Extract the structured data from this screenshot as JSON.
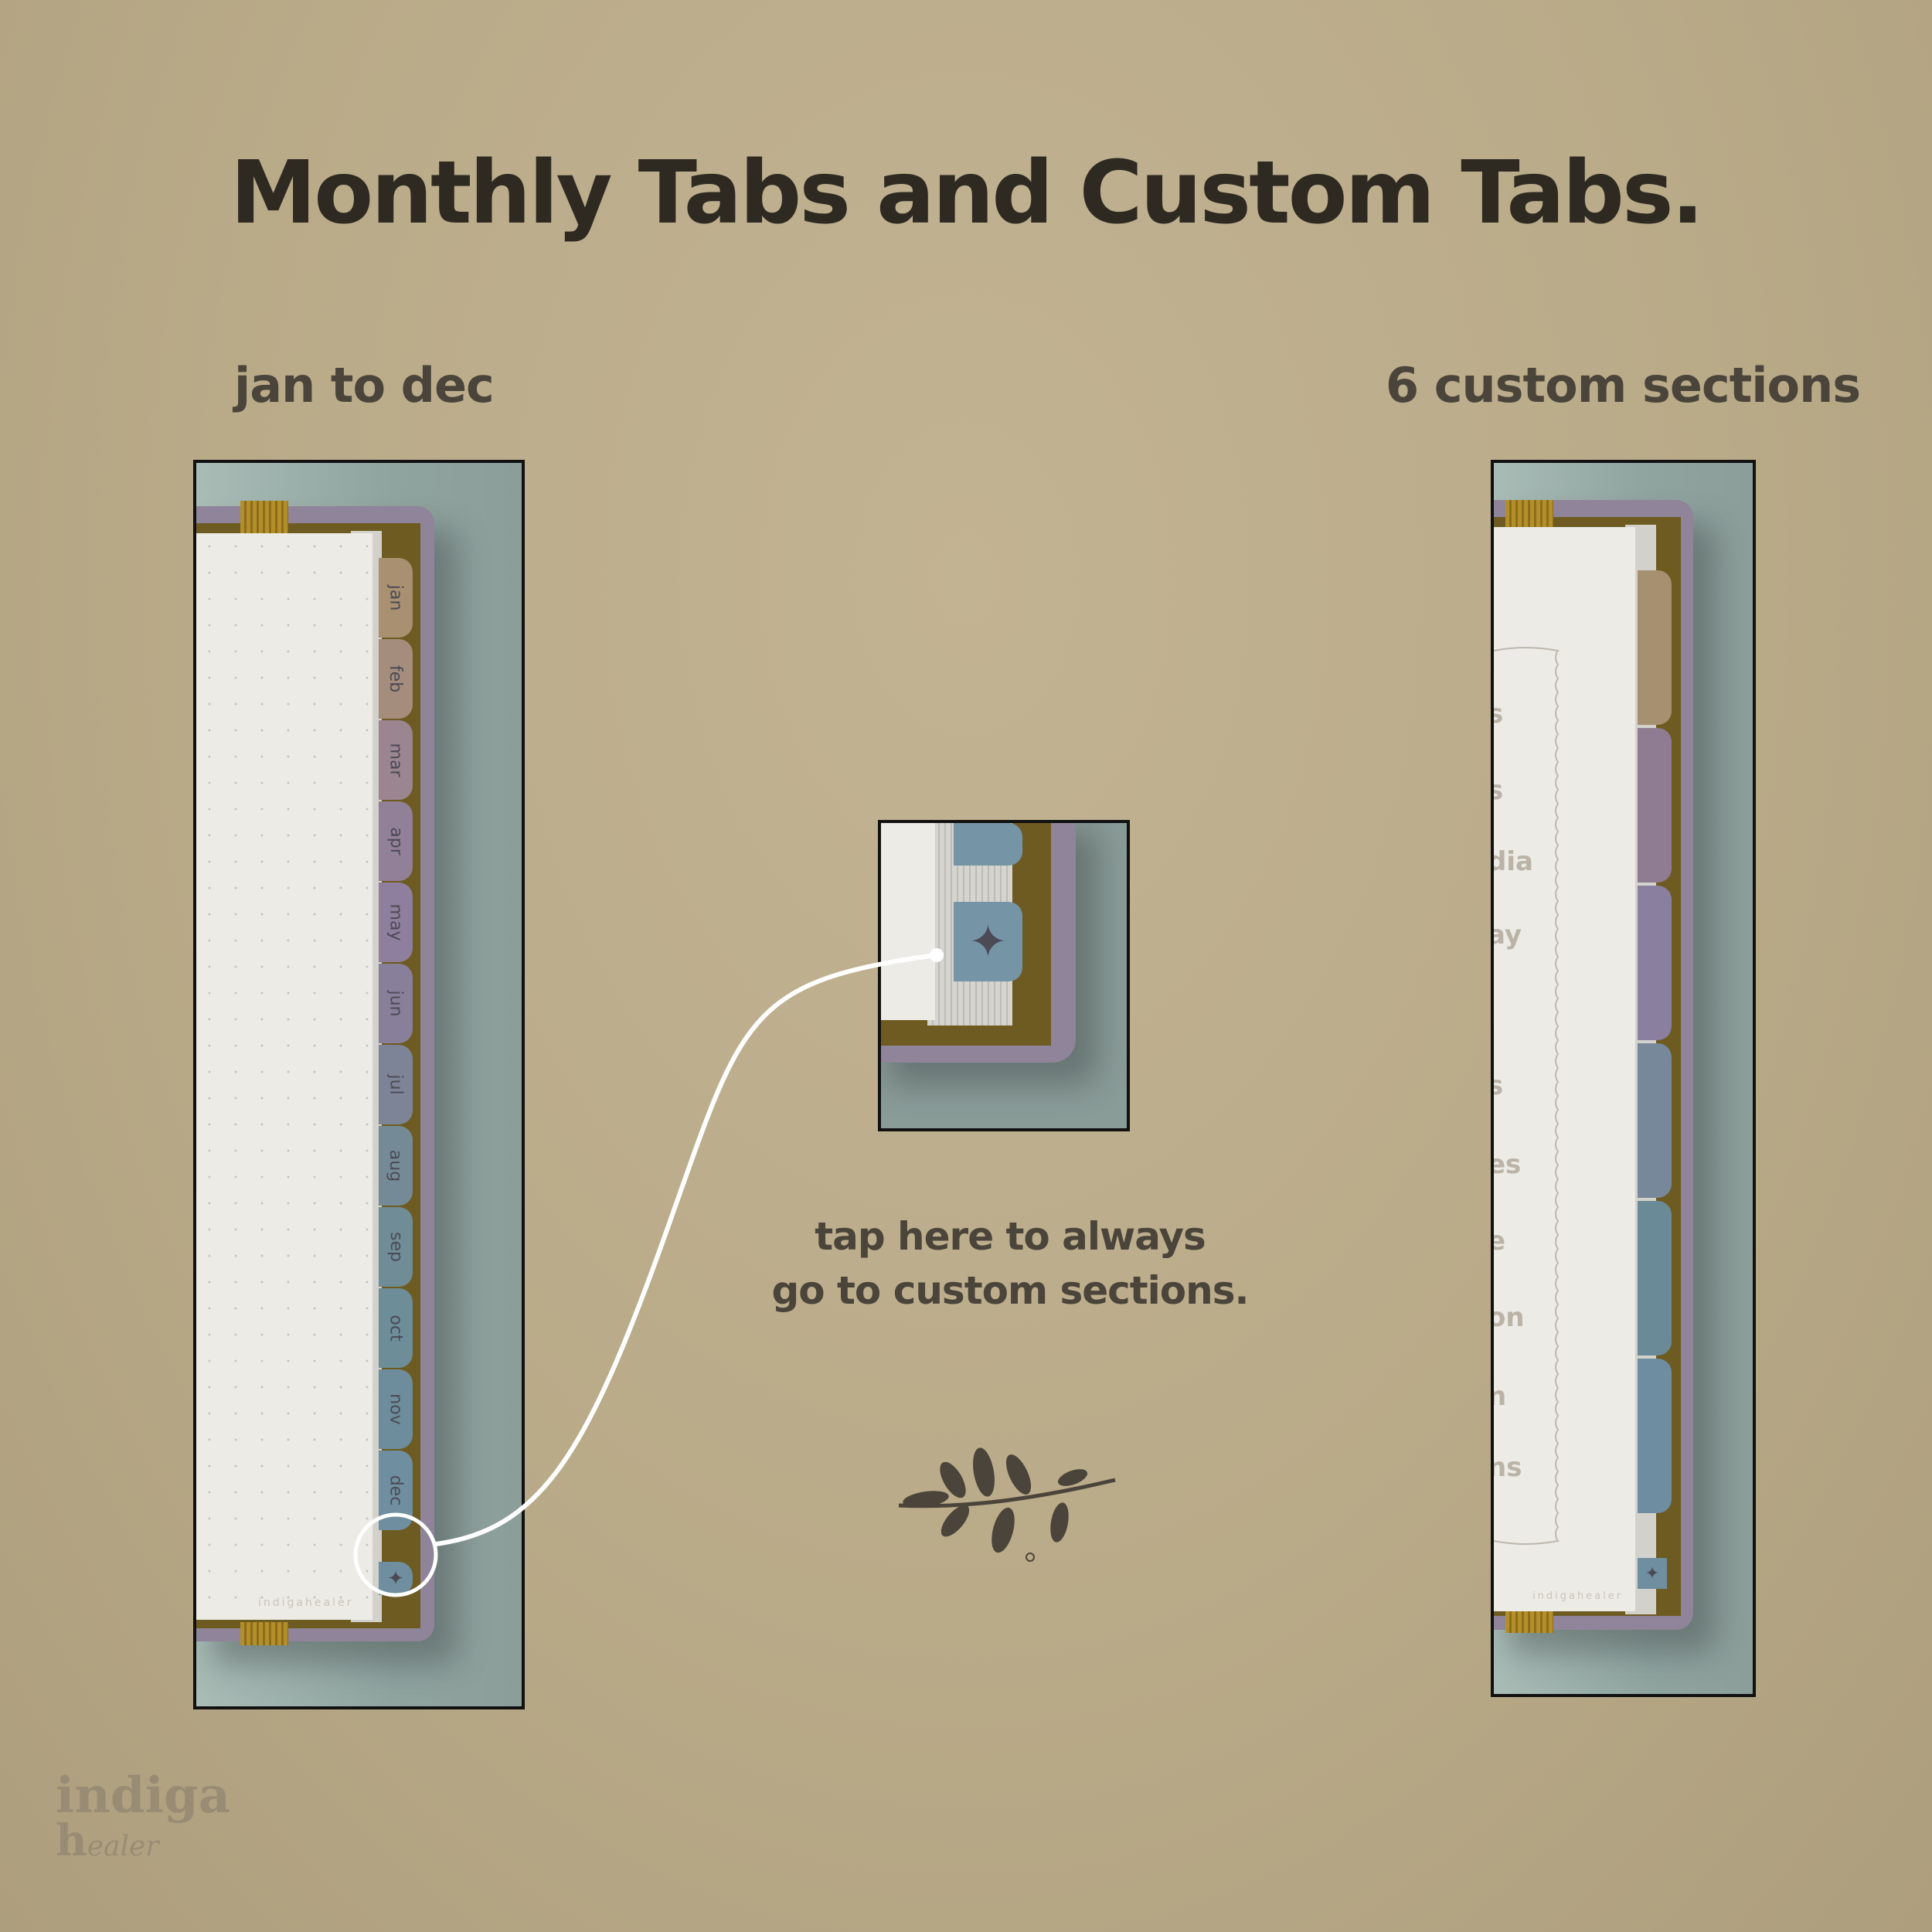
{
  "title": "Monthly Tabs and Custom Tabs.",
  "left_label": "jan to dec",
  "right_label": "6 custom sections",
  "months": [
    "jan",
    "feb",
    "mar",
    "apr",
    "may",
    "jun",
    "jul",
    "aug",
    "sep",
    "oct",
    "nov",
    "dec"
  ],
  "month_colors": [
    "#a89071",
    "#a48d7c",
    "#9b8590",
    "#928099",
    "#8d7f9d",
    "#88809b",
    "#7e8497",
    "#748b97",
    "#6f8c97",
    "#6d8d98",
    "#6e8d9c",
    "#6f8ea0"
  ],
  "custom_tab_colors": [
    "#a7906f",
    "#8f7c92",
    "#8a7f9e",
    "#76889a",
    "#6b8a97",
    "#6f8da0"
  ],
  "custom_fragments": [
    "s",
    "s",
    "dia",
    "ay",
    "s",
    "es",
    "e",
    "on",
    "n",
    "ns"
  ],
  "caption": {
    "line1": "tap here to always",
    "line2": "go to custom sections."
  },
  "page_watermark": "indigahealer",
  "brand_logo": "indiga healer",
  "star_icon": "✦"
}
